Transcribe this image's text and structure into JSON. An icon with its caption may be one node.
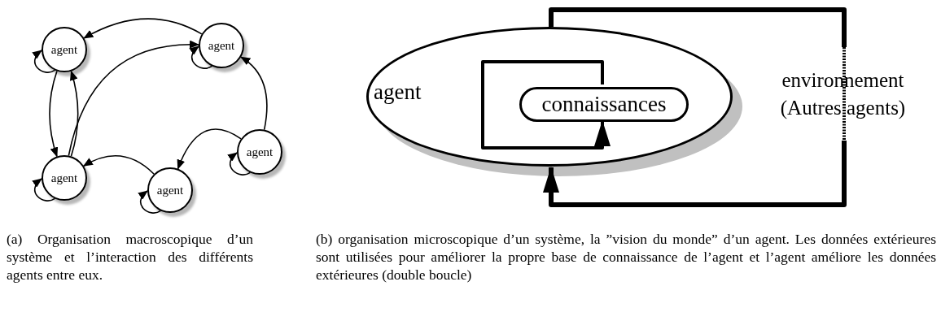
{
  "diagram": {
    "nodes": [
      {
        "text": [
          "agent"
        ]
      },
      {
        "text": [
          "agent"
        ]
      },
      {
        "text": [
          "agent"
        ]
      },
      {
        "text": [
          "agent"
        ]
      },
      {
        "text": [
          "agent"
        ]
      },
      {
        "text": [
          "agent"
        ]
      },
      {
        "text": [
          "connaissances"
        ],
        "in": 5
      },
      {
        "text": [
          "environnement (Autres agents)"
        ]
      }
    ],
    "edges": [
      {
        "from": 1,
        "to": 0,
        "arrow": "to"
      },
      {
        "from": 2,
        "to": 1,
        "arrow": "to"
      },
      {
        "from": 0,
        "to": 2,
        "arrow": "to"
      },
      {
        "from": 2,
        "to": 0,
        "arrow": "to"
      },
      {
        "from": 4,
        "to": 1,
        "arrow": "to"
      },
      {
        "from": 4,
        "to": 3,
        "arrow": "to"
      },
      {
        "from": 3,
        "to": 2,
        "arrow": "to"
      },
      {
        "from": 0,
        "to": 0,
        "arrow": "to"
      },
      {
        "from": 1,
        "to": 1,
        "arrow": "to"
      },
      {
        "from": 2,
        "to": 2,
        "arrow": "to"
      },
      {
        "from": 3,
        "to": 3,
        "arrow": "to"
      },
      {
        "from": 4,
        "to": 4,
        "arrow": "to"
      },
      {
        "from": 5,
        "to": 7,
        "arrow": "none",
        "style": "thick"
      },
      {
        "from": 7,
        "to": 5,
        "arrow": "to",
        "style": "thick"
      },
      {
        "from": 6,
        "to": 6,
        "arrow": "to",
        "style": "thick"
      }
    ],
    "labels": [
      "(a) Organisation macroscopique d’un système et l’interaction des différents agents entre eux.",
      "(b) organisation microscopique d’un système, la ”vision du monde” d’un agent. Les données extérieures sont utilisées pour améliorer la propre base de connaissance de l’agent et l’agent améliore les données extérieures (double boucle)"
    ]
  }
}
